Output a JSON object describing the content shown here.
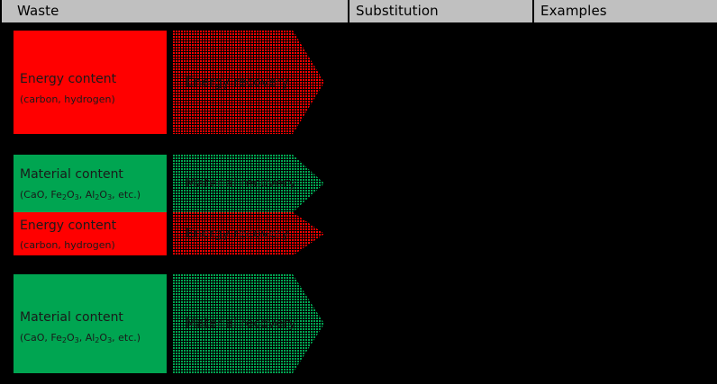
{
  "table": {
    "columns": [
      {
        "key": "waste",
        "label": "Waste"
      },
      {
        "key": "substitution",
        "label": "Substitution"
      },
      {
        "key": "examples",
        "label": "Examples"
      }
    ],
    "header_background": "#c0c0c0",
    "page_background": "#000000"
  },
  "colors": {
    "energy": "#ff0000",
    "material": "#00a551",
    "header_gray": "#c0c0c0",
    "background": "#000000",
    "text": "#000000"
  },
  "labels": {
    "energy_content_title": "Energy content",
    "energy_content_sub_pre": "(carbon, hydrogen)",
    "material_content_title": "Material content",
    "material_content_sub_a": "(CaO, Fe",
    "material_content_sub_b": "2",
    "material_content_sub_c": "O",
    "material_content_sub_d": "3",
    "material_content_sub_e": ", Al",
    "material_content_sub_f": "2",
    "material_content_sub_g": "O",
    "material_content_sub_h": "3",
    "material_content_sub_i": ", etc.)",
    "energy_recovery": "Energy recovery",
    "material_recovery": "Material recovery"
  },
  "rows": [
    {
      "id": "row-1",
      "waste_blocks": [
        {
          "type": "energy",
          "title": "Energy content",
          "subtitle": "(carbon, hydrogen)"
        }
      ],
      "arrows": [
        {
          "type": "energy",
          "label": "Energy recovery"
        }
      ],
      "substitution": "",
      "examples": ""
    },
    {
      "id": "row-2",
      "waste_blocks": [
        {
          "type": "material",
          "title": "Material content",
          "subtitle": "(CaO, Fe2O3, Al2O3, etc.)"
        },
        {
          "type": "energy",
          "title": "Energy content",
          "subtitle": "(carbon, hydrogen)"
        }
      ],
      "arrows": [
        {
          "type": "material",
          "label": "Material recovery"
        },
        {
          "type": "energy",
          "label": "Energy recovery"
        }
      ],
      "substitution": "",
      "examples": ""
    },
    {
      "id": "row-3",
      "waste_blocks": [
        {
          "type": "material",
          "title": "Material content",
          "subtitle": "(CaO, Fe2O3, Al2O3, etc.)"
        }
      ],
      "arrows": [
        {
          "type": "material",
          "label": "Material recovery"
        }
      ],
      "substitution": "",
      "examples": ""
    }
  ]
}
